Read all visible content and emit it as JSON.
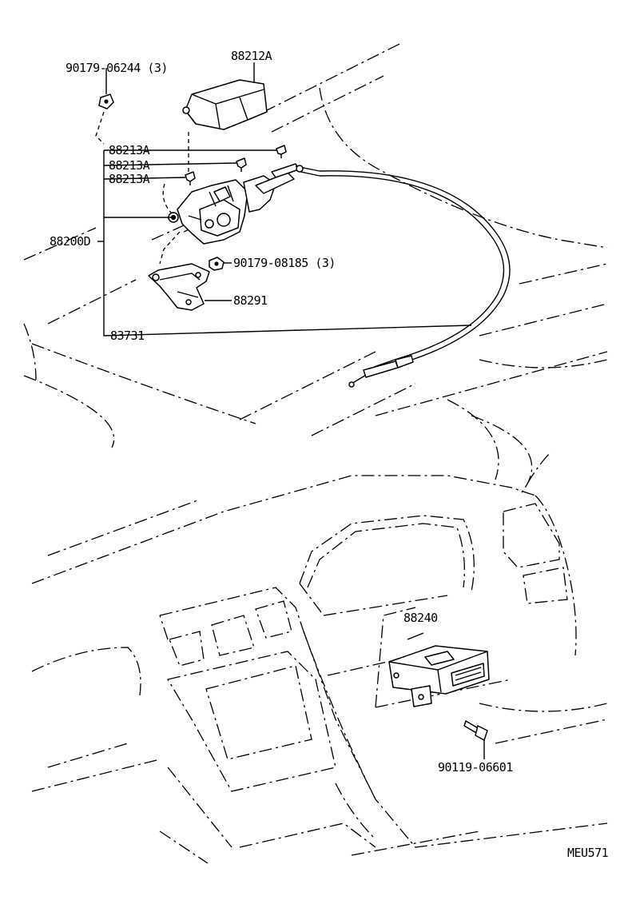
{
  "labels": {
    "nut_top": "90179-06244 (3)",
    "cover": "88212A",
    "clip_1": "88213A",
    "clip_2": "88213A",
    "clip_3": "88213A",
    "actuator_assy": "88200D",
    "nut_mid": "90179-08185 (3)",
    "bracket": "88291",
    "cable": "83731",
    "computer": "88240",
    "bolt": "90119-06601",
    "diagram_code": "MEU571"
  }
}
